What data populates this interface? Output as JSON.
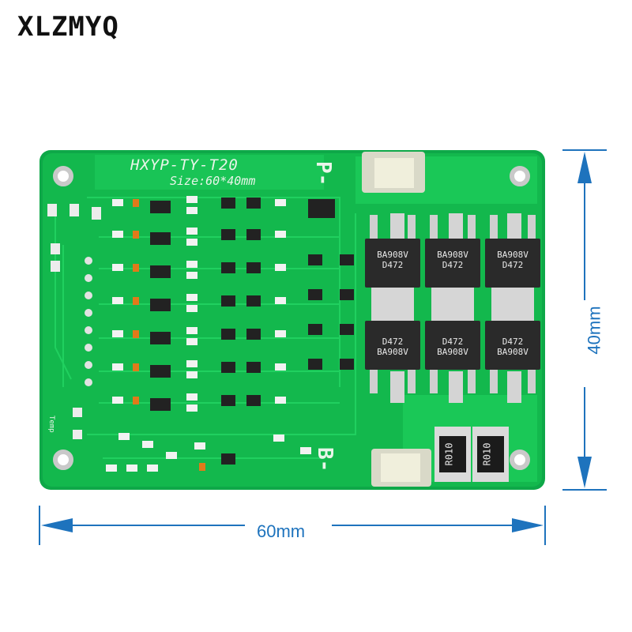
{
  "brand": "XLZMYQ",
  "board": {
    "name": "HXYP-TY-T20",
    "size": "Size:60*40mm",
    "p_label": "P-",
    "b_label": "B-",
    "temp_label": "Temp"
  },
  "mosfets": [
    {
      "line1": "BA908V",
      "line2": "D472"
    },
    {
      "line1": "BA908V",
      "line2": "D472"
    },
    {
      "line1": "BA908V",
      "line2": "D472"
    },
    {
      "line1": "D472",
      "line2": "BA908V"
    },
    {
      "line1": "D472",
      "line2": "BA908V"
    },
    {
      "line1": "D472",
      "line2": "BA908V"
    }
  ],
  "resistors": [
    "R010",
    "R010"
  ],
  "dimensions": {
    "width": "60mm",
    "height": "40mm"
  },
  "colors": {
    "pcb": "#11b54a",
    "dimension": "#1e73bd"
  }
}
